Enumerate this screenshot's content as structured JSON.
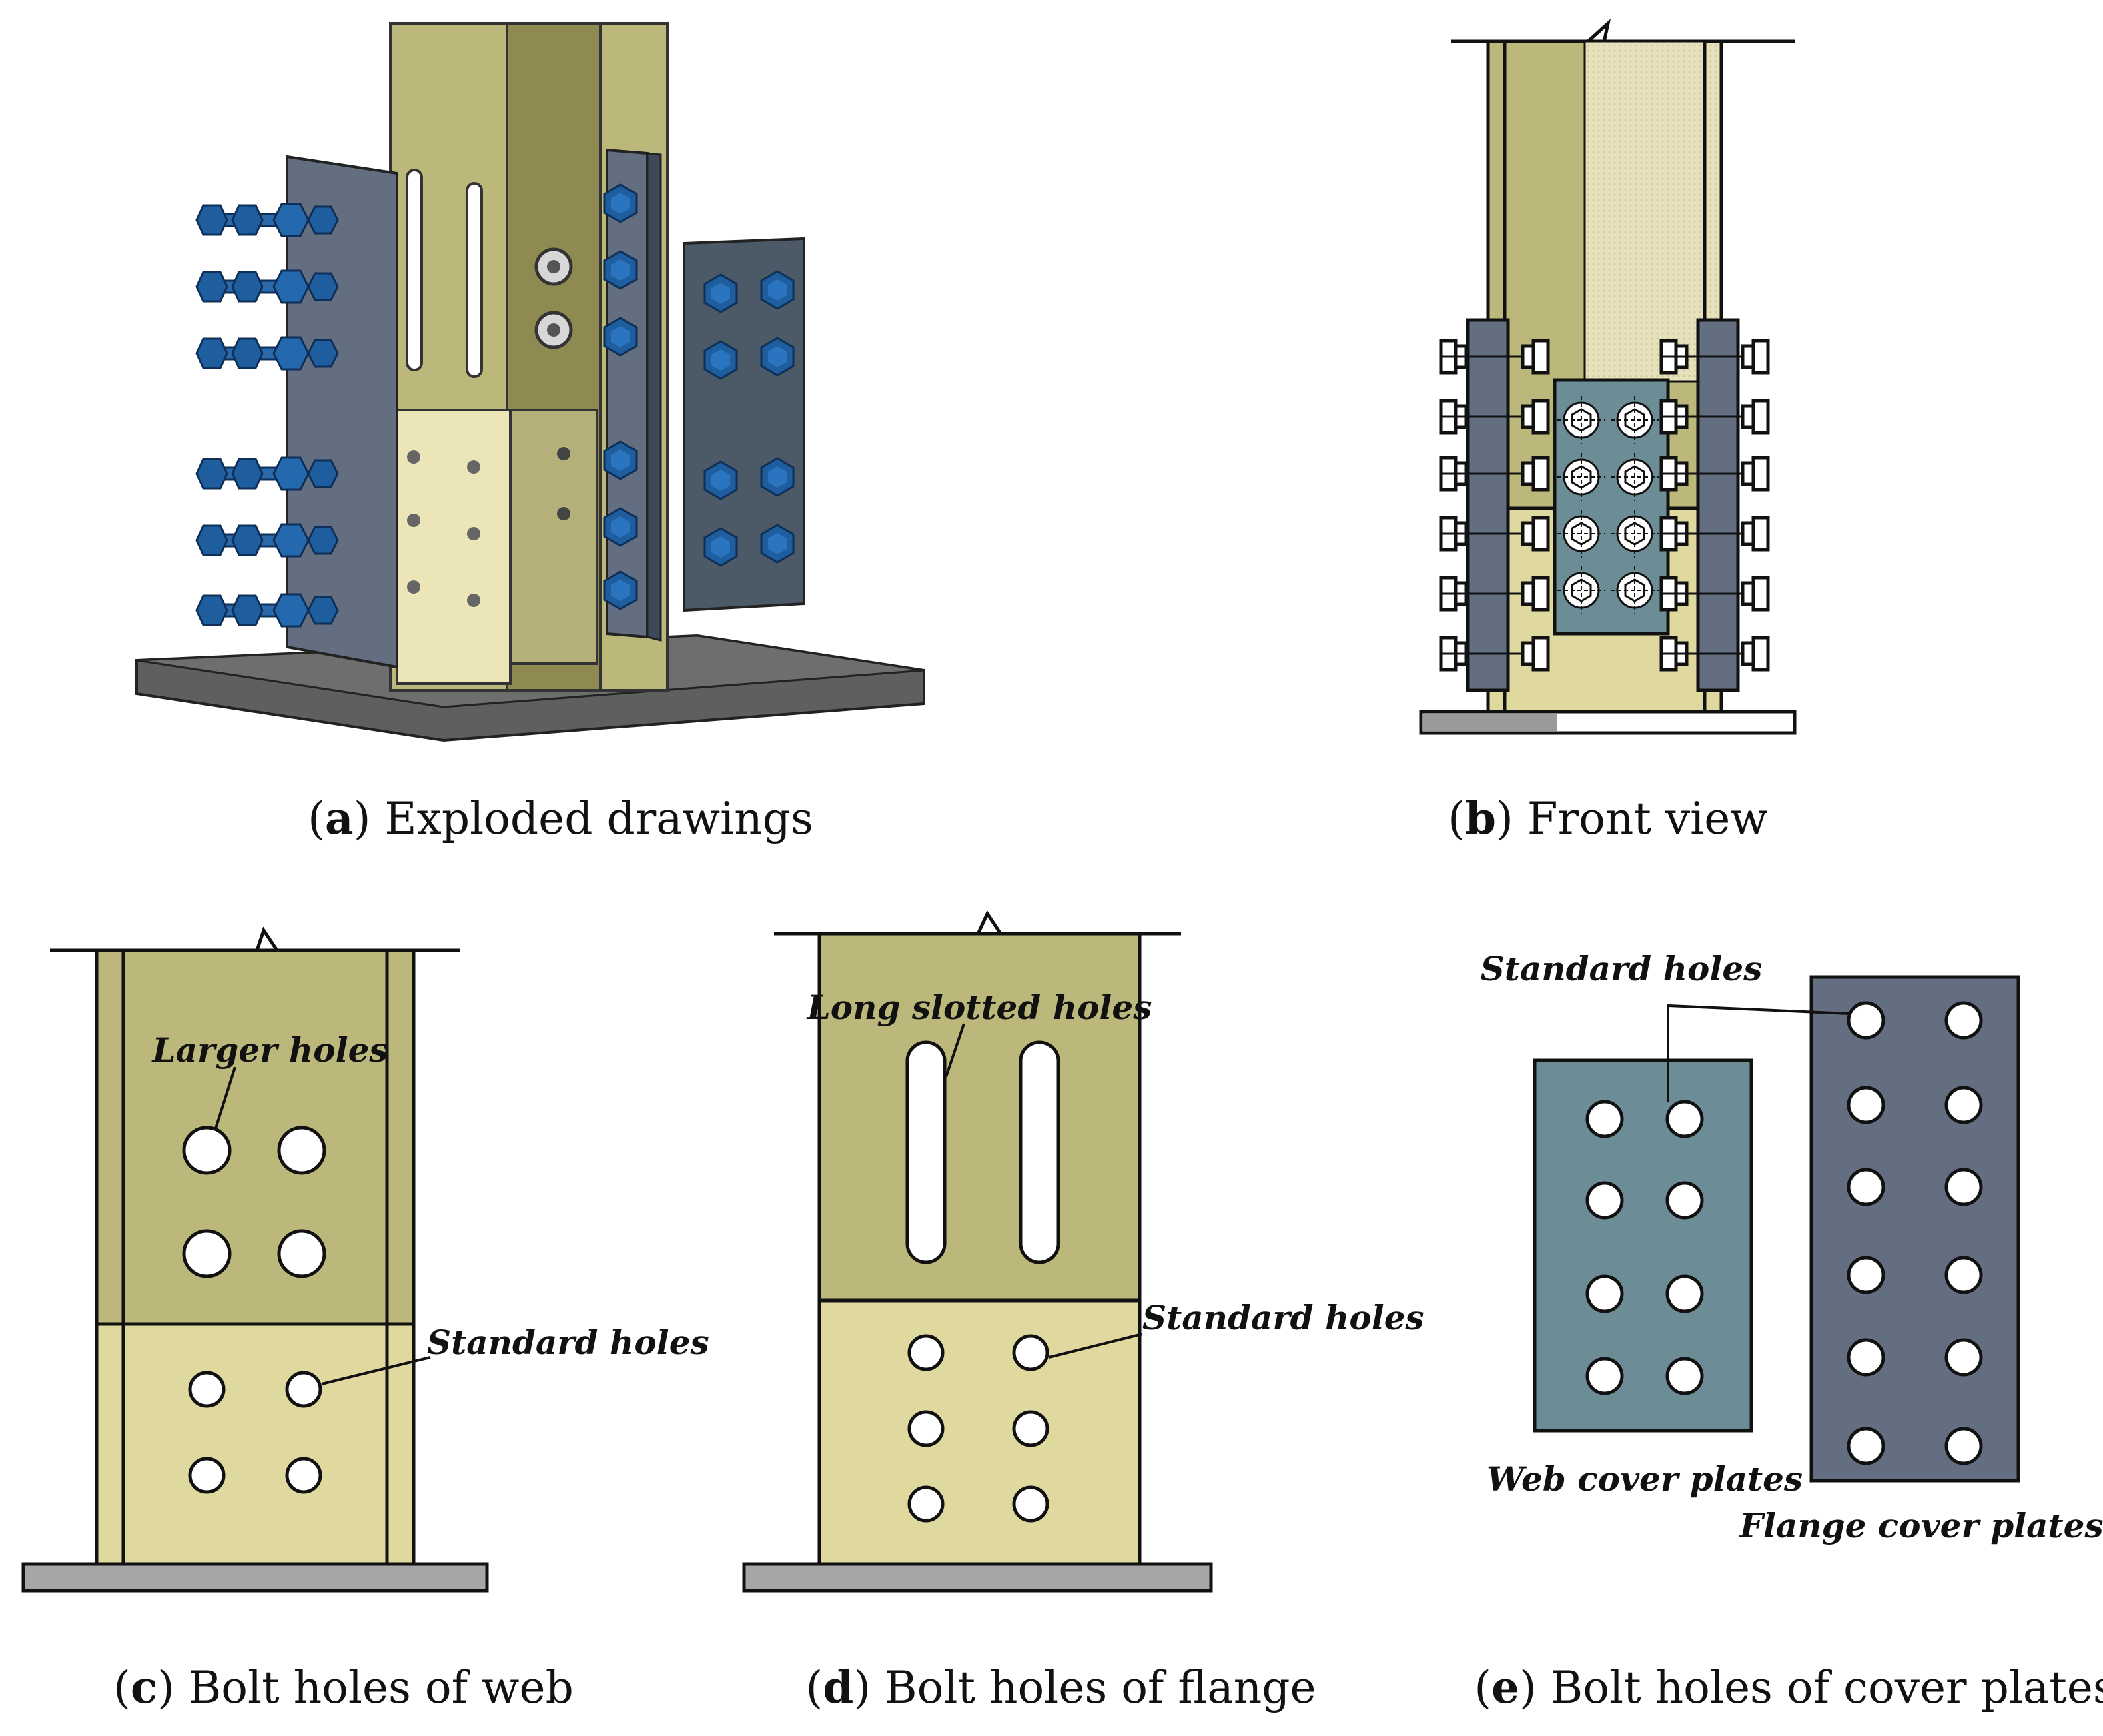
{
  "captions": {
    "a": {
      "letter": "a",
      "text": "Exploded drawings"
    },
    "b": {
      "letter": "b",
      "text": "Front view"
    },
    "c": {
      "letter": "c",
      "text": "Bolt holes of web"
    },
    "d": {
      "letter": "d",
      "text": "Bolt holes of flange"
    },
    "e": {
      "letter": "e",
      "text": "Bolt holes of cover plates"
    }
  },
  "annotations": {
    "larger_holes": "Larger holes",
    "standard_holes_web": "Standard holes",
    "long_slotted_holes": "Long slotted holes",
    "standard_holes_flange": "Standard holes",
    "standard_holes_plates": "Standard holes",
    "web_cover_plates": "Web cover plates",
    "flange_cover_plates": "Flange cover plates"
  },
  "colors": {
    "steel_dark": "#bcb87c",
    "steel_light": "#dfd9a0",
    "web_shadow": "#8f8a52",
    "web_plate": "#6d8d96",
    "flange_plate": "#636e80",
    "bolt": "#1f5e9e",
    "base": "#a6a6a6"
  }
}
